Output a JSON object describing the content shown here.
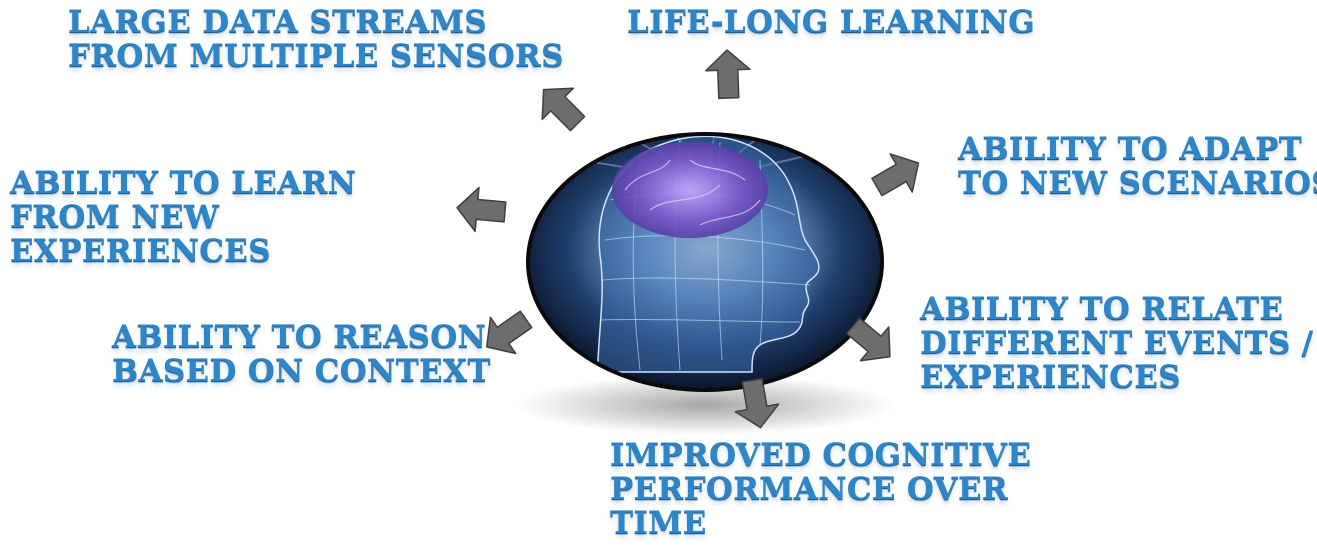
{
  "center_image": {
    "description_icon": "brain-head-wireframe-icon"
  },
  "labels": {
    "data_streams": [
      "LARGE DATA STREAMS",
      "FROM MULTIPLE SENSORS"
    ],
    "life_long": [
      "LIFE-LONG LEARNING"
    ],
    "adapt": [
      "ABILITY TO ADAPT",
      "TO NEW SCENARIOS"
    ],
    "learn": [
      "ABILITY TO LEARN",
      "FROM NEW",
      "EXPERIENCES"
    ],
    "relate": [
      "ABILITY TO RELATE",
      "DIFFERENT EVENTS /",
      "EXPERIENCES"
    ],
    "reason": [
      "ABILITY TO REASON",
      "BASED ON CONTEXT"
    ],
    "cognitive": [
      "IMPROVED COGNITIVE",
      "PERFORMANCE OVER",
      "TIME"
    ]
  },
  "colors": {
    "text": "#2e86c9",
    "arrow": "#6d6d6d",
    "frame": "#0a0a0a"
  }
}
